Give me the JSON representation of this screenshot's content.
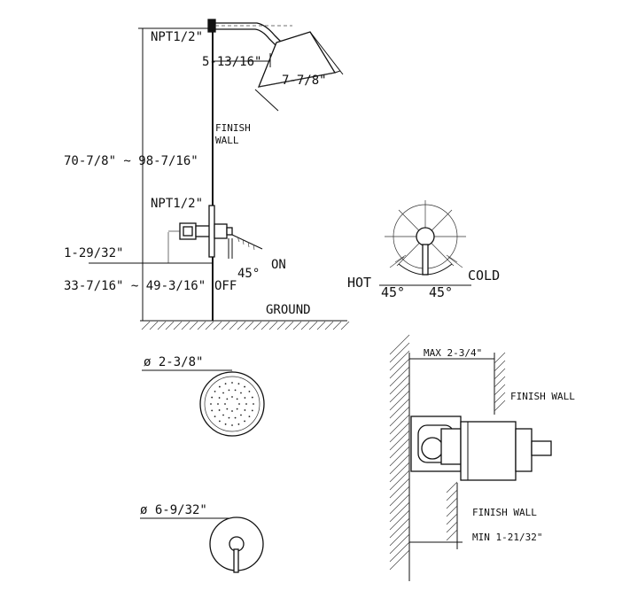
{
  "side_view": {
    "npt_top": "NPT1/2\"",
    "arm_offset": "5-13/16\"",
    "head_size": "7-7/8\"",
    "finish_wall": [
      "FINISH",
      "WALL"
    ],
    "head_height": "70-7/8\" ~ 98-7/16\"",
    "npt_valve": "NPT1/2\"",
    "valve_depth": "1-29/32\"",
    "valve_height": "33-7/16\" ~ 49-3/16\"",
    "off_label": "OFF",
    "on_angle": "45°",
    "on_label": "ON",
    "ground": "GROUND"
  },
  "handle_view": {
    "hot": "HOT",
    "cold": "COLD",
    "hot_angle": "45°",
    "cold_angle": "45°"
  },
  "showerhead_front": {
    "diameter": "ø 2-3/8\""
  },
  "trim_front": {
    "diameter": "ø 6-9/32\""
  },
  "section_view": {
    "max_depth": "MAX 2-3/4\"",
    "finish_wall_top": "FINISH WALL",
    "finish_wall_bottom": "FINISH WALL",
    "min_depth": "MIN 1-21/32\""
  }
}
